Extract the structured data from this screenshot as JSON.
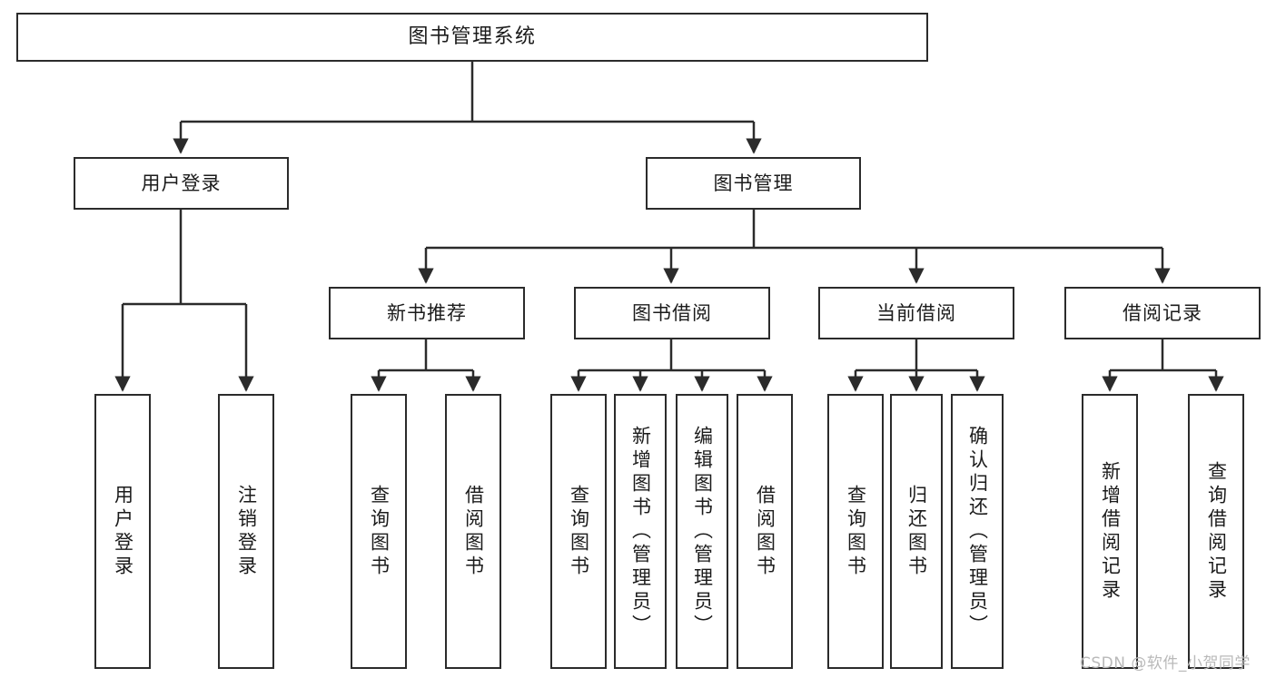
{
  "diagram": {
    "title": "图书管理系统",
    "type": "tree",
    "watermark": "CSDN @软件_小贺同学",
    "colors": {
      "background": "#ffffff",
      "box_border": "#2b2b2b",
      "box_fill": "#ffffff",
      "edge": "#2b2b2b",
      "text": "#1b1b1b",
      "watermark": "#b9b9b9"
    },
    "root": {
      "label": "图书管理系统"
    },
    "level2": [
      {
        "label": "用户登录"
      },
      {
        "label": "图书管理"
      }
    ],
    "level3": [
      {
        "label": "新书推荐"
      },
      {
        "label": "图书借阅"
      },
      {
        "label": "当前借阅"
      },
      {
        "label": "借阅记录"
      }
    ],
    "leaves": [
      {
        "label": "用户登录",
        "parent": "用户登录"
      },
      {
        "label": "注销登录",
        "parent": "用户登录"
      },
      {
        "label": "查询图书",
        "parent": "新书推荐"
      },
      {
        "label": "借阅图书",
        "parent": "新书推荐"
      },
      {
        "label": "查询图书",
        "parent": "图书借阅"
      },
      {
        "label": "新增图书（管理员）",
        "parent": "图书借阅"
      },
      {
        "label": "编辑图书（管理员）",
        "parent": "图书借阅"
      },
      {
        "label": "借阅图书",
        "parent": "图书借阅"
      },
      {
        "label": "查询图书",
        "parent": "当前借阅"
      },
      {
        "label": "归还图书",
        "parent": "当前借阅"
      },
      {
        "label": "确认归还（管理员）",
        "parent": "当前借阅"
      },
      {
        "label": "新增借阅记录",
        "parent": "借阅记录"
      },
      {
        "label": "查询借阅记录",
        "parent": "借阅记录"
      }
    ]
  }
}
